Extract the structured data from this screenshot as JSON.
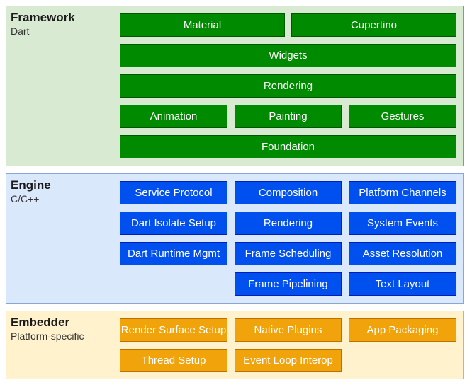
{
  "framework": {
    "title": "Framework",
    "subtitle": "Dart",
    "boxes": {
      "material": "Material",
      "cupertino": "Cupertino",
      "widgets": "Widgets",
      "rendering": "Rendering",
      "animation": "Animation",
      "painting": "Painting",
      "gestures": "Gestures",
      "foundation": "Foundation"
    }
  },
  "engine": {
    "title": "Engine",
    "subtitle": "C/C++",
    "boxes": {
      "service_protocol": "Service Protocol",
      "composition": "Composition",
      "platform_channels": "Platform Channels",
      "dart_isolate_setup": "Dart Isolate Setup",
      "rendering": "Rendering",
      "system_events": "System Events",
      "dart_runtime_mgmt": "Dart Runtime Mgmt",
      "frame_scheduling": "Frame Scheduling",
      "asset_resolution": "Asset Resolution",
      "frame_pipelining": "Frame Pipelining",
      "text_layout": "Text Layout"
    }
  },
  "embedder": {
    "title": "Embedder",
    "subtitle": "Platform-specific",
    "boxes": {
      "render_surface_setup": "Render Surface Setup",
      "native_plugins": "Native Plugins",
      "app_packaging": "App Packaging",
      "thread_setup": "Thread Setup",
      "event_loop_interop": "Event Loop Interop"
    }
  },
  "colors": {
    "framework_fill": "#d9ead3",
    "framework_box": "#008a00",
    "engine_fill": "#dae8fc",
    "engine_box": "#0050ef",
    "embedder_fill": "#fff2cc",
    "embedder_box": "#f0a30a"
  }
}
